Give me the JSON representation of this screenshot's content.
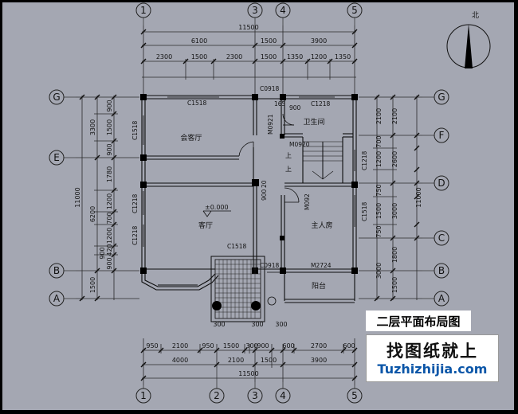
{
  "title": "二层平面布局图",
  "watermark": {
    "name": "找图纸就上",
    "url": "Tuzhizhijia.com"
  },
  "north_label": "北",
  "axes": {
    "top": [
      "1",
      "3",
      "4",
      "5"
    ],
    "bottom": [
      "1",
      "2",
      "3",
      "4",
      "5"
    ],
    "left": [
      "G",
      "E",
      "B",
      "A"
    ],
    "right": [
      "G",
      "F",
      "D",
      "C",
      "B",
      "A"
    ]
  },
  "dims_top": {
    "total": "11500",
    "row2": [
      "6100",
      "1500",
      "3900"
    ],
    "row3": [
      "2300",
      "1500",
      "2300",
      "1500",
      "1350",
      "1200",
      "1350"
    ]
  },
  "dims_bottom": {
    "row1": [
      "950",
      "2100",
      "950",
      "1500",
      "300",
      "900",
      "600",
      "2700",
      "600"
    ],
    "row2": [
      "4000",
      "2100",
      "1500",
      "3900"
    ],
    "total": "11500",
    "offsets": [
      "300",
      "300",
      "300"
    ]
  },
  "dims_left": {
    "total": "11000",
    "row2": [
      "3300",
      "6200",
      "1500"
    ],
    "row3": [
      "900",
      "1500",
      "900",
      "1780",
      "1200",
      "700",
      "1200",
      "900",
      "420",
      "900"
    ]
  },
  "dims_right": {
    "total": "11000",
    "row2": [
      "2100",
      "2600",
      "3000",
      "1800",
      "1500"
    ],
    "row3": [
      "2100",
      "700",
      "1200",
      "750",
      "1500",
      "750",
      "3000"
    ]
  },
  "rooms": {
    "reception": "会客厅",
    "bathroom": "卫生间",
    "living": "客厅",
    "master_bedroom": "主人房",
    "balcony": "阳台"
  },
  "level_mark": "±0.000",
  "stair_up": "上",
  "openings": {
    "c0918_top": "C0918",
    "c1518_top": "C1518",
    "c1218_top": "C1218",
    "dim_165": "165",
    "dim_900": "900",
    "m0921": "M0921",
    "m0920": "M0920",
    "c1518_left": "C1518",
    "c1218_left_1": "C1218",
    "c1218_left_2": "C1218",
    "c1218_right": "C1218",
    "c1518_right": "C1518",
    "m092": "M092",
    "dim_900_20": "900",
    "dim_20": "20",
    "c1518_bay": "C1518",
    "c0918_bottom": "C0918",
    "m2724": "M2724"
  }
}
